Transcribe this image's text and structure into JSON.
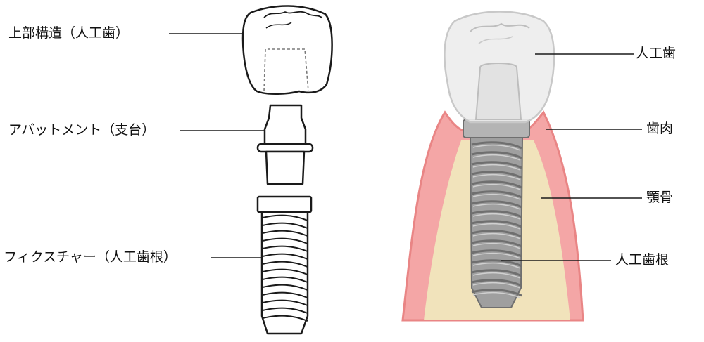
{
  "left_panel": {
    "labels": {
      "crown": "上部構造（人工歯）",
      "abutment": "アバットメント（支台）",
      "fixture": "フィクスチャー（人工歯根）"
    }
  },
  "right_panel": {
    "labels": {
      "artificial_tooth": "人工歯",
      "gum": "歯肉",
      "jawbone": "顎骨",
      "artificial_root": "人工歯根"
    }
  },
  "colors": {
    "outline": "#1a1a1a",
    "gum": "#f4a6a6",
    "gum_edge": "#e98585",
    "bone": "#f1e3bb",
    "crown_glass": "#ececec",
    "metal": "#a4a4a4",
    "metal_dark": "#6f6f6f"
  }
}
